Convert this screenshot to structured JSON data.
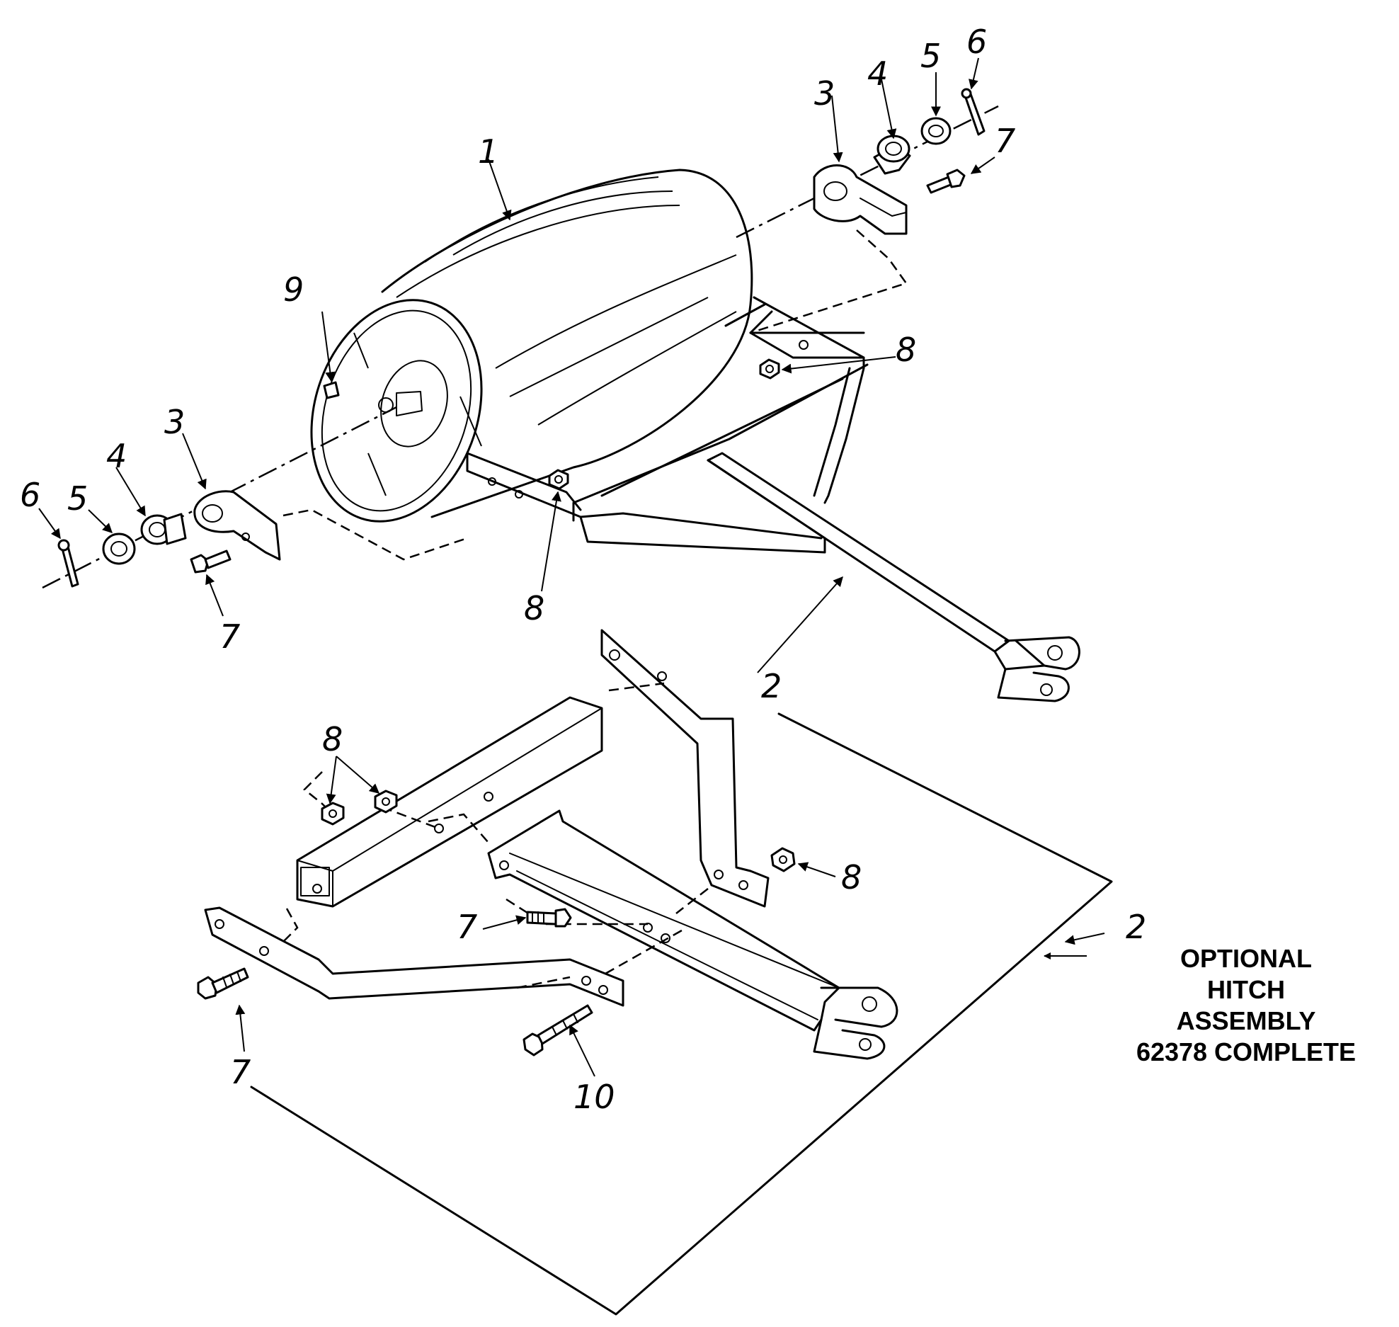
{
  "callouts": {
    "drum": "1",
    "frame_main": "2",
    "frame_optional": "2",
    "bracket_right": "3",
    "bracket_left": "3",
    "bearing_right": "4",
    "bearing_left": "4",
    "washer_right": "5",
    "washer_left": "5",
    "cotter_right": "6",
    "cotter_left": "6",
    "bolt_right": "7",
    "bolt_left": "7",
    "bolt_opt_mid": "7",
    "bolt_opt_left": "7",
    "nut_frame_right": "8",
    "nut_frame_mid": "8",
    "nut_opt_top": "8",
    "nut_opt_right": "8",
    "plug": "9",
    "bolt_long": "10"
  },
  "optional_label": {
    "line1": "OPTIONAL",
    "line2": "HITCH",
    "line3": "ASSEMBLY",
    "line4": "62378 COMPLETE"
  }
}
